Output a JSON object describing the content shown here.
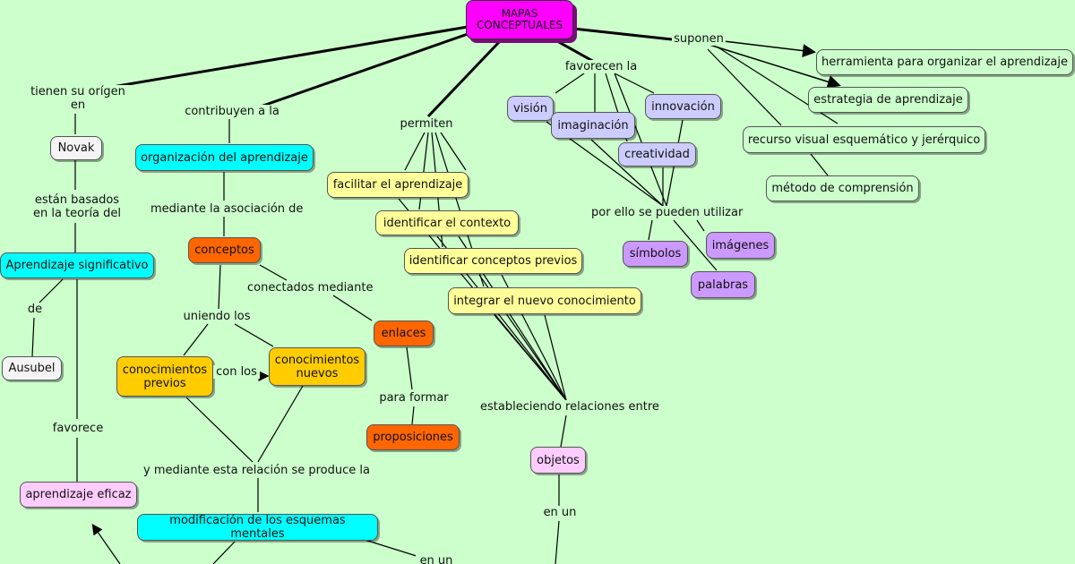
{
  "colors": {
    "background": "#ccffcc",
    "root": "#ff00ff",
    "cyan": "#00ffff",
    "orange": "#ff6600",
    "gold": "#ffcc00",
    "light_yellow": "#ffff99",
    "lavender": "#ccccff",
    "purple": "#cc99ff",
    "pink": "#ffccff",
    "white": "#f4f4f4",
    "pale_green": "#ccffcc"
  },
  "root": "MAPAS\nCONCEPTUALES",
  "nodes": {
    "novak": "Novak",
    "aprendizaje_significativo": "Aprendizaje significativo",
    "ausubel": "Ausubel",
    "aprendizaje_eficaz": "aprendizaje eficaz",
    "organizacion": "organización del aprendizaje",
    "conceptos": "conceptos",
    "enlaces": "enlaces",
    "proposiciones": "proposiciones",
    "conocimientos_previos": "conocimientos\nprevios",
    "conocimientos_nuevos": "conocimientos\nnuevos",
    "modificacion": "modificación de los esquemas mentales",
    "facilitar": "facilitar el aprendizaje",
    "identificar_contexto": "identificar el contexto",
    "identificar_conceptos": "identificar conceptos previos",
    "integrar": "integrar el nuevo conocimiento",
    "objetos": "objetos",
    "vision": "visión",
    "imaginacion": "imaginación",
    "innovacion": "innovación",
    "creatividad": "creatividad",
    "simbolos": "símbolos",
    "imagenes": "imágenes",
    "palabras": "palabras",
    "herramienta": "herramienta para organizar el aprendizaje",
    "estrategia": "estrategia de aprendizaje",
    "recurso": "recurso visual esquemático y jerérquico",
    "metodo": "método de comprensión"
  },
  "links": {
    "tienen": "tienen su orígen\nen",
    "basados": "están basados\nen la teoría del",
    "de": "de",
    "favorece": "favorece",
    "contribuyen": "contribuyen a la",
    "mediante_asociacion": "mediante la asociación de",
    "conectados": "conectados mediante",
    "uniendo": "uniendo los",
    "con_los": "con los",
    "para_formar": "para formar",
    "relacion": "y mediante esta relación se produce la",
    "en_un_bottom": "en un",
    "permiten": "permiten",
    "estableciendo": "estableciendo relaciones entre",
    "en_un_objetos": "en un",
    "favorecen": "favorecen la",
    "por_ello": "por ello se pueden utilizar",
    "suponen": "suponen"
  }
}
